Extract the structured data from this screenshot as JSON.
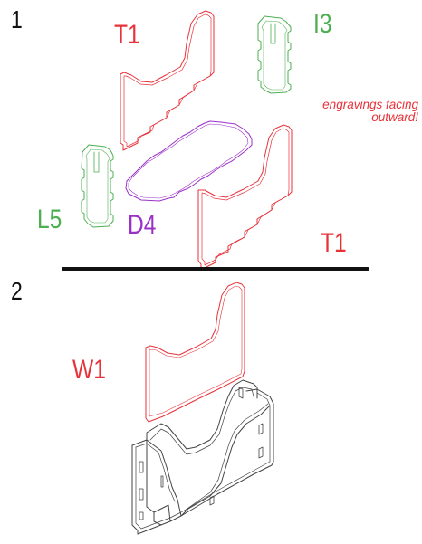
{
  "steps": [
    {
      "number": "1",
      "parts": [
        {
          "id": "t1_top",
          "label": "T1",
          "color": "#e8323a"
        },
        {
          "id": "i3",
          "label": "I3",
          "color": "#4caf50"
        },
        {
          "id": "l5",
          "label": "L5",
          "color": "#4caf50"
        },
        {
          "id": "d4",
          "label": "D4",
          "color": "#9b30c8"
        },
        {
          "id": "t1_bottom",
          "label": "T1",
          "color": "#e8323a"
        }
      ],
      "note": {
        "line1": "engravings facing",
        "line2": "outward!",
        "color": "#e8323a"
      }
    },
    {
      "number": "2",
      "parts": [
        {
          "id": "w1",
          "label": "W1",
          "color": "#e8323a"
        }
      ]
    }
  ],
  "colors": {
    "divider": "#111111",
    "assembly": "#444444"
  }
}
